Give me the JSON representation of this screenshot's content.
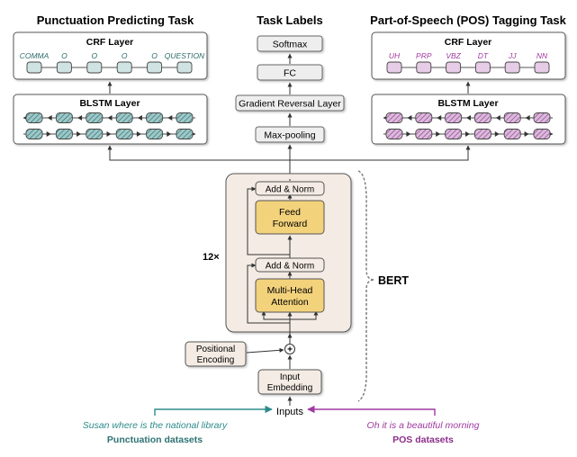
{
  "punct": {
    "title": "Punctuation Predicting Task",
    "crf_label": "CRF Layer",
    "tags": [
      "COMMA",
      "O",
      "O",
      "O",
      "O",
      "QUESTION"
    ],
    "blstm_label": "BLSTM Layer",
    "tag_color": "#2e6b6b",
    "node_fill": "#cfe3e3"
  },
  "task": {
    "title": "Task Labels",
    "softmax": "Softmax",
    "fc": "FC",
    "grl": "Gradient Reversal Layer",
    "pool": "Max-pooling"
  },
  "pos": {
    "title": "Part-of-Speech (POS) Tagging Task",
    "crf_label": "CRF Layer",
    "tags": [
      "UH",
      "PRP",
      "VBZ",
      "DT",
      "JJ",
      "NN"
    ],
    "blstm_label": "BLSTM Layer",
    "tag_color": "#a03aa0",
    "node_fill": "#e6cce6"
  },
  "bert": {
    "label": "BERT",
    "repeat": "12×",
    "add_norm_top": "Add & Norm",
    "ff_line1": "Feed",
    "ff_line2": "Forward",
    "add_norm_bottom": "Add & Norm",
    "mha_line1": "Multi-Head",
    "mha_line2": "Attention",
    "plus": "+",
    "block_fill": "#f4ece4",
    "accent_fill": "#f3d27c"
  },
  "input": {
    "pos_enc_line1": "Positional",
    "pos_enc_line2": "Encoding",
    "embed_line1": "Input",
    "embed_line2": "Embedding",
    "inputs": "Inputs",
    "punct_sentence": "Susan where is the national library",
    "punct_dataset": "Punctuation datasets",
    "pos_sentence": "Oh it is a beautiful morning",
    "pos_dataset": "POS datasets",
    "teal": "#2e8b8b",
    "purple": "#a03aa0"
  }
}
